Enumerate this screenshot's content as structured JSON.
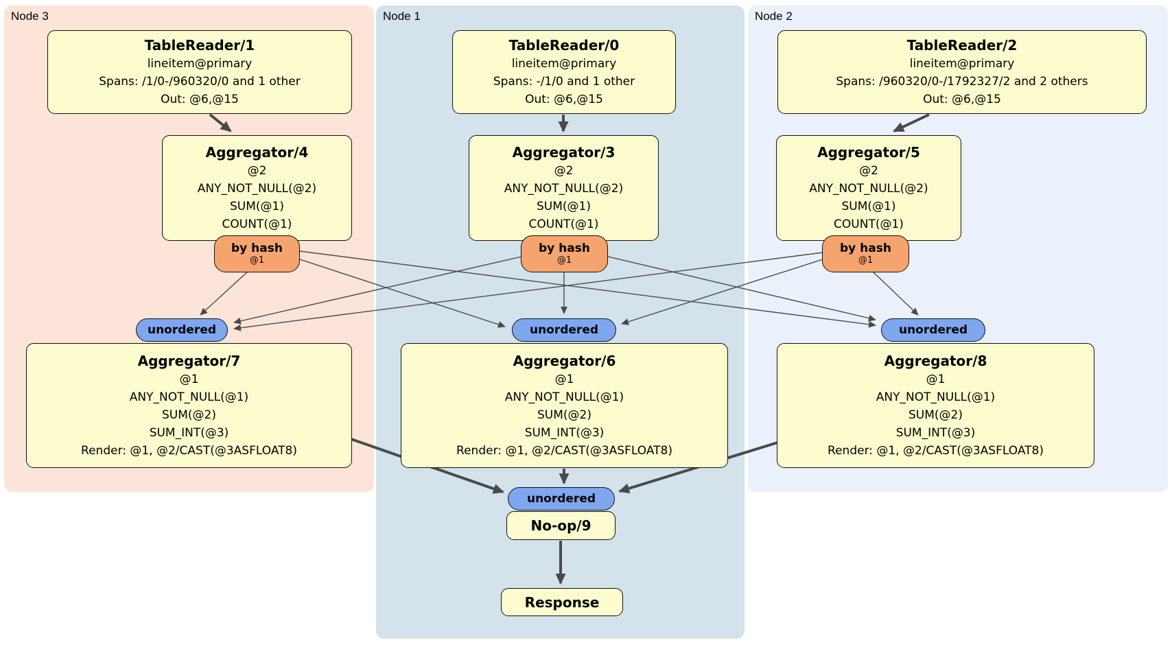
{
  "regions": {
    "node3": {
      "label": "Node 3"
    },
    "node1": {
      "label": "Node 1"
    },
    "node2": {
      "label": "Node 2"
    }
  },
  "nodes": {
    "tr1": {
      "title": "TableReader/1",
      "lines": [
        "lineitem@primary",
        "Spans: /1/0-/960320/0 and 1 other",
        "Out: @6,@15"
      ]
    },
    "tr0": {
      "title": "TableReader/0",
      "lines": [
        "lineitem@primary",
        "Spans: -/1/0 and 1 other",
        "Out: @6,@15"
      ]
    },
    "tr2": {
      "title": "TableReader/2",
      "lines": [
        "lineitem@primary",
        "Spans: /960320/0-/1792327/2 and 2 others",
        "Out: @6,@15"
      ]
    },
    "agg4": {
      "title": "Aggregator/4",
      "lines": [
        "@2",
        "ANY_NOT_NULL(@2)",
        "SUM(@1)",
        "COUNT(@1)"
      ]
    },
    "agg3": {
      "title": "Aggregator/3",
      "lines": [
        "@2",
        "ANY_NOT_NULL(@2)",
        "SUM(@1)",
        "COUNT(@1)"
      ]
    },
    "agg5": {
      "title": "Aggregator/5",
      "lines": [
        "@2",
        "ANY_NOT_NULL(@2)",
        "SUM(@1)",
        "COUNT(@1)"
      ]
    },
    "agg7": {
      "title": "Aggregator/7",
      "lines": [
        "@1",
        "ANY_NOT_NULL(@1)",
        "SUM(@2)",
        "SUM_INT(@3)",
        "Render: @1, @2/CAST(@3ASFLOAT8)"
      ]
    },
    "agg6": {
      "title": "Aggregator/6",
      "lines": [
        "@1",
        "ANY_NOT_NULL(@1)",
        "SUM(@2)",
        "SUM_INT(@3)",
        "Render: @1, @2/CAST(@3ASFLOAT8)"
      ]
    },
    "agg8": {
      "title": "Aggregator/8",
      "lines": [
        "@1",
        "ANY_NOT_NULL(@1)",
        "SUM(@2)",
        "SUM_INT(@3)",
        "Render: @1, @2/CAST(@3ASFLOAT8)"
      ]
    },
    "noop": {
      "title": "No-op/9"
    },
    "response": {
      "title": "Response"
    }
  },
  "routers": [
    {
      "label": "by hash",
      "sub": "@1"
    },
    {
      "label": "by hash",
      "sub": "@1"
    },
    {
      "label": "by hash",
      "sub": "@1"
    }
  ],
  "streams": [
    {
      "label": "unordered"
    },
    {
      "label": "unordered"
    },
    {
      "label": "unordered"
    },
    {
      "label": "unordered"
    }
  ],
  "colors": {
    "node3_bg": "#fce4d8",
    "node1_bg": "#d3e2eb",
    "node2_bg": "#ebf1fb",
    "node_box_fill": "#fcfcce",
    "router_fill": "#f6a46f",
    "stream_fill": "#7ea7f0",
    "edge": "#4a4a4a",
    "border": "#111111"
  }
}
